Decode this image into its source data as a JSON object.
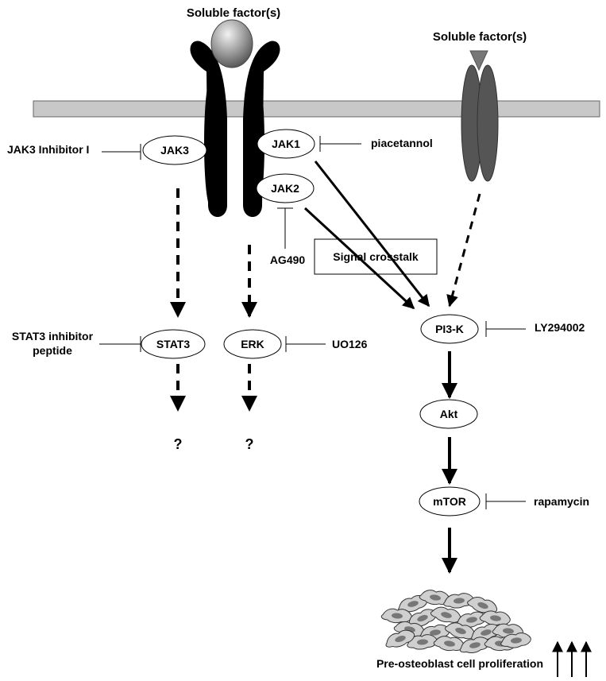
{
  "factors": {
    "left": "Soluble factor(s)",
    "right": "Soluble factor(s)"
  },
  "nodes": {
    "jak3": "JAK3",
    "jak1": "JAK1",
    "jak2": "JAK2",
    "stat3": "STAT3",
    "erk": "ERK",
    "pi3k": "PI3-K",
    "akt": "Akt",
    "mtor": "mTOR"
  },
  "inhibitors": {
    "jak3_inhibitor": "JAK3 Inhibitor I",
    "piacetannol": "piacetannol",
    "ag490": "AG490",
    "stat3_inhibitor_line1": "STAT3 inhibitor",
    "stat3_inhibitor_line2": "peptide",
    "uo126": "UO126",
    "ly294002": "LY294002",
    "rapamycin": "rapamycin"
  },
  "crosstalk": "Signal crosstalk",
  "unknown_marks": [
    "?",
    "?"
  ],
  "outcome": "Pre-osteoblast cell proliferation"
}
